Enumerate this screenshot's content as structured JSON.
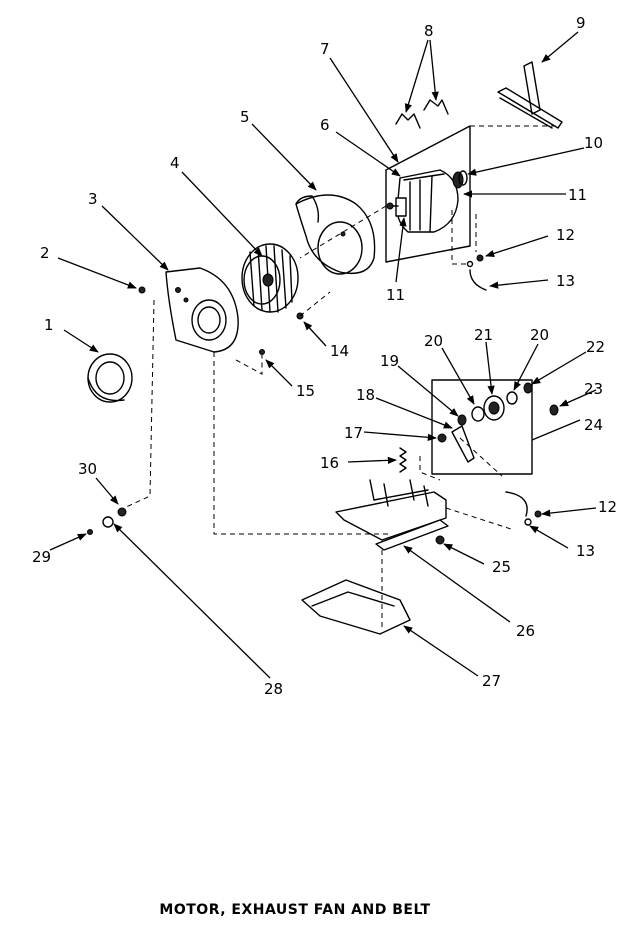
{
  "title": "MOTOR, EXHAUST FAN AND BELT",
  "callouts": {
    "c1": "1",
    "c2": "2",
    "c3": "3",
    "c4": "4",
    "c5": "5",
    "c6": "6",
    "c7": "7",
    "c8": "8",
    "c9": "9",
    "c10": "10",
    "c11a": "11",
    "c11b": "11",
    "c12a": "12",
    "c12b": "12",
    "c13a": "13",
    "c13b": "13",
    "c14": "14",
    "c15": "15",
    "c16": "16",
    "c17": "17",
    "c18": "18",
    "c19": "19",
    "c20a": "20",
    "c20b": "20",
    "c21": "21",
    "c22": "22",
    "c23": "23",
    "c24": "24",
    "c25": "25",
    "c26": "26",
    "c27": "27",
    "c28": "28",
    "c29": "29",
    "c30": "30"
  }
}
